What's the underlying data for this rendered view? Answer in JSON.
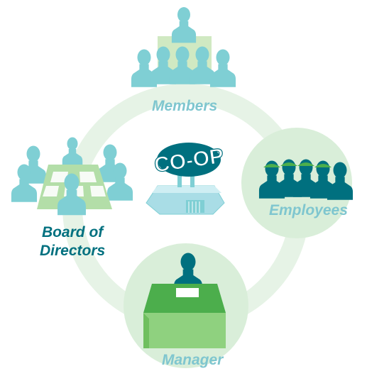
{
  "diagram": {
    "nodes": [
      {
        "id": "members",
        "label": "Members",
        "icon": "members-group-icon"
      },
      {
        "id": "employees",
        "label": "Employees",
        "icon": "employees-group-icon"
      },
      {
        "id": "manager",
        "label": "Manager",
        "icon": "manager-desk-icon"
      },
      {
        "id": "board",
        "label": "Board of Directors",
        "label_lines": [
          "Board of",
          "Directors"
        ],
        "icon": "board-table-icon"
      }
    ],
    "center": {
      "label": "CO-OP",
      "icon": "coop-store-icon"
    }
  },
  "colors": {
    "ring": "#e6f3e6",
    "circle": "#d9eed9",
    "person_light": "#7fcfd4",
    "person_dark": "#00707f",
    "table_green": "#4cae4c",
    "table_light": "#b3dea8"
  }
}
